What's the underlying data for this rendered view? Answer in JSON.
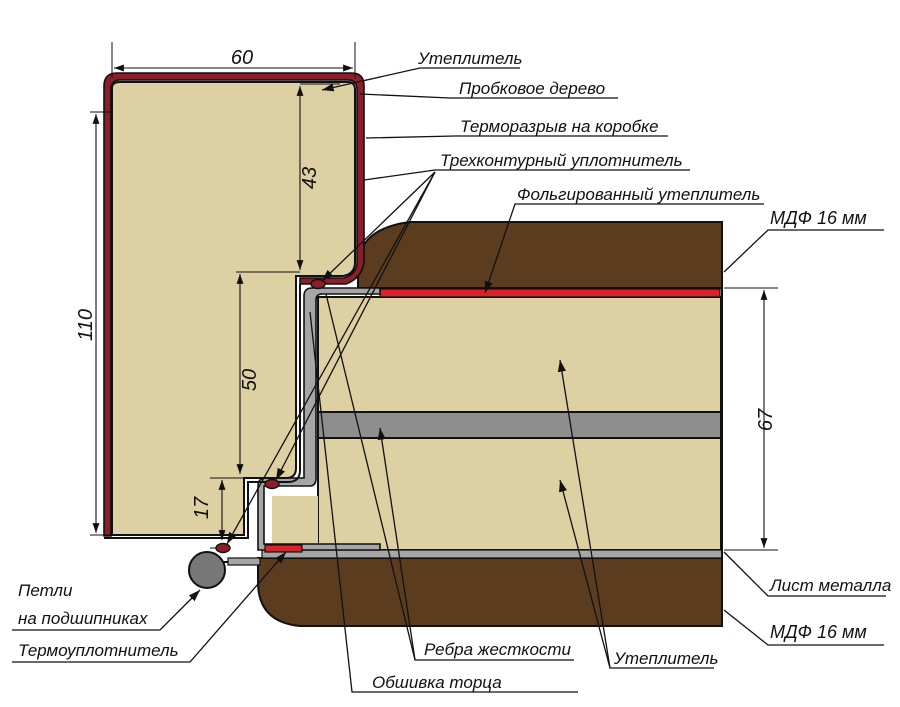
{
  "colors": {
    "insulation": "#ddd0a2",
    "mdf": "#5c3c1f",
    "thermal_break": "#8b1e2b",
    "foil_insulation": "#d8232a",
    "rib": "#8e8e8e",
    "metal_sheet": "#a6a6a6",
    "hinge": "#777777",
    "outline": "#111111"
  },
  "labels": {
    "frame_insulation": "Утеплитель",
    "cork_wood": "Пробковое дерево",
    "frame_thermal_break": "Терморазрыв на коробке",
    "triple_seal": "Трехконтурный уплотнитель",
    "foil_insulation": "Фольгированный утеплитель",
    "mdf_top": "МДФ 16 мм",
    "metal_sheet": "Лист металла",
    "mdf_bottom": "МДФ 16 мм",
    "hinges_line1": "Петли",
    "hinges_line2": "на подшипниках",
    "thermal_seal": "Термоуплотнитель",
    "stiffening_ribs": "Ребра жесткости",
    "door_insulation": "Утеплитель",
    "edge_trim": "Обшивка торца"
  },
  "dimensions": {
    "frame_width": "60",
    "frame_height": "110",
    "upper_depth": "43",
    "middle_depth": "50",
    "lower_depth": "17",
    "door_thickness": "67"
  }
}
